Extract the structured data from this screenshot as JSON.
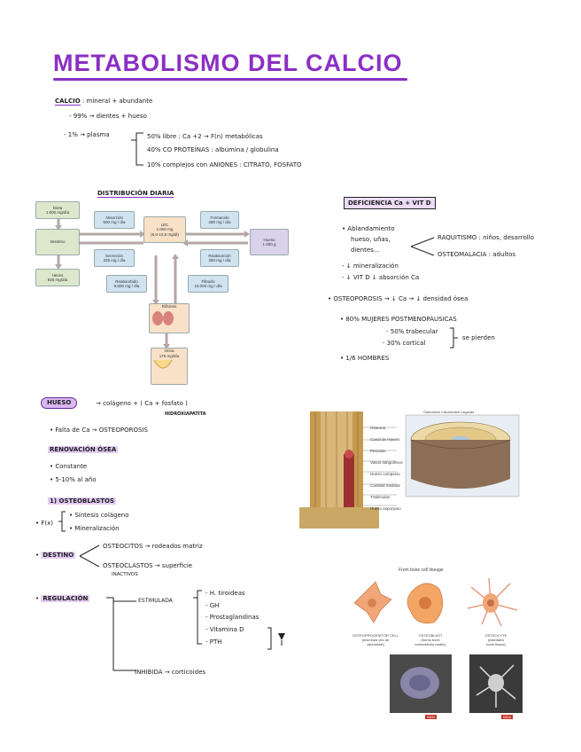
{
  "title": "METABOLISMO DEL CALCIO",
  "calcio": {
    "label": "CALCIO",
    "def": ": mineral + abundante",
    "line1": "- 99% → dientes + hueso",
    "line2": "- 1% → plasma",
    "b1": "50% libre : Ca +2 → F(n) metabólicas",
    "b2": "40% CO PROTEÍNAS : albúmina / globulina",
    "b3": "10% complejos con ANIONES : CITRATO, FOSFATO"
  },
  "distribucion": {
    "heading": "DISTRIBUCIÓN DIARIA",
    "dieta": [
      "Dieta",
      "1.000 mg/día"
    ],
    "intestino": "Intestino",
    "heces": [
      "Heces",
      "825 mg/día"
    ],
    "absorcion": [
      "Absorción",
      "500 mg / día"
    ],
    "secrecion": [
      "Secreción",
      "325 mg / día"
    ],
    "lec": [
      "LEC",
      "1.000 mg",
      "(8,8-10,8 mg/dl)"
    ],
    "formacion": [
      "Formación",
      "280 mg / día"
    ],
    "resorcion": [
      "Reabsorción",
      "280 mg / día"
    ],
    "hueso": [
      "Hueso",
      "1.000 g"
    ],
    "reabsorbido": [
      "Reabsorbido",
      "9.825 mg / día"
    ],
    "filtrado": [
      "Filtrado",
      "10.000 mg / día"
    ],
    "rinones": "Riñones",
    "orina": [
      "Orina",
      "175 mg/día"
    ]
  },
  "deficiencia": {
    "label": "DEFICIENCIA Ca + VIT D",
    "p1a": "• Ablandamiento",
    "p1b": "hueso, uñas,",
    "p1c": "dientes...",
    "raq": "RAQUITISMO : niños, desarrollo",
    "osteomal": "OSTEOMALACIA : adultos",
    "min": "- ↓ mineralización",
    "vitd": "- ↓ VIT D ↓ absorción Ca",
    "osteop": "• OSTEOPOROSIS → ↓ Ca → ↓ densidad ósea",
    "mujeres": "• 80% MUJERES POSTMENOPÁUSICAS",
    "trab": "- 50% trabecular",
    "cort": "- 30% cortical",
    "pierden": "se pierden",
    "hombres": "• 1/6 HOMBRES"
  },
  "hueso": {
    "label": "HUESO",
    "arrow": "→ colágeno + ( Ca + fosfato )",
    "hidrox": "HIDROXIAPATITA",
    "falta": "• Falta de Ca → OSTEOPOROSIS",
    "renov": "RENOVACIÓN ÓSEA",
    "r1": "• Constante",
    "r2": "• 5-10% al año",
    "osteo": "1) OSTEOBLASTOS",
    "fx": "• F(x)",
    "f1": "• Síntesis colágeno",
    "f2": "• Mineralización",
    "destino": "DESTINO",
    "d1": "OSTEOCITOS → rodeados matriz",
    "d2a": "OSTEOCLASTOS → superficie",
    "d2b": "INACTIVOS",
    "regul": "REGULACIÓN",
    "estim": "ESTIMULADA",
    "s1": "- H. tiroideas",
    "s2": "- GH",
    "s3": "- Prostaglandinas",
    "s4": "- Vitamina D",
    "s5": "- PTH",
    "inhib": "INHIBIDA → corticoides"
  },
  "bone_fig": {
    "caps": [
      "Osteona",
      "Canal de Havers",
      "Periostio",
      "Vasos sanguíneos",
      "Hueso compacto",
      "Cavidad medular",
      "Trabéculas",
      "Hueso esponjoso"
    ],
    "top": "Osteocitos  Canalículos  Lagunas"
  },
  "cells_fig": {
    "header": "From bone cell lineage",
    "c1": [
      "OSTEOPROGENITOR CELL",
      "(develops into an",
      "osteoblast)"
    ],
    "c2": [
      "OSTEOBLAST",
      "(forms bone",
      "extracellular matrix)"
    ],
    "c3": [
      "OSTEOCYTE",
      "(maintains",
      "bone tissue)"
    ],
    "sem1": "SEM",
    "sem2": "SEM"
  },
  "colors": {
    "accent": "#8a2fc4"
  }
}
